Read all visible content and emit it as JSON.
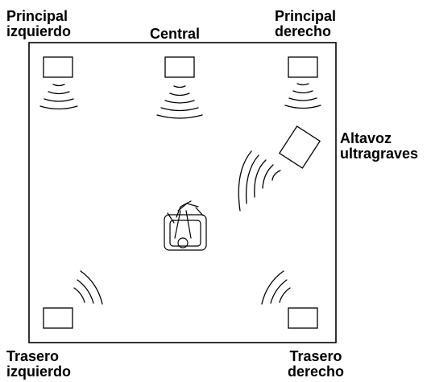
{
  "labels": {
    "front_left": {
      "line1": "Principal",
      "line2": "izquierdo"
    },
    "center": "Central",
    "front_right": {
      "line1": "Principal",
      "line2": "derecho"
    },
    "subwoofer": {
      "line1": "Altavoz",
      "line2": "ultragraves"
    },
    "rear_left": {
      "line1": "Trasero",
      "line2": "izquierdo"
    },
    "rear_right": {
      "line1": "Trasero",
      "line2": "derecho"
    }
  }
}
